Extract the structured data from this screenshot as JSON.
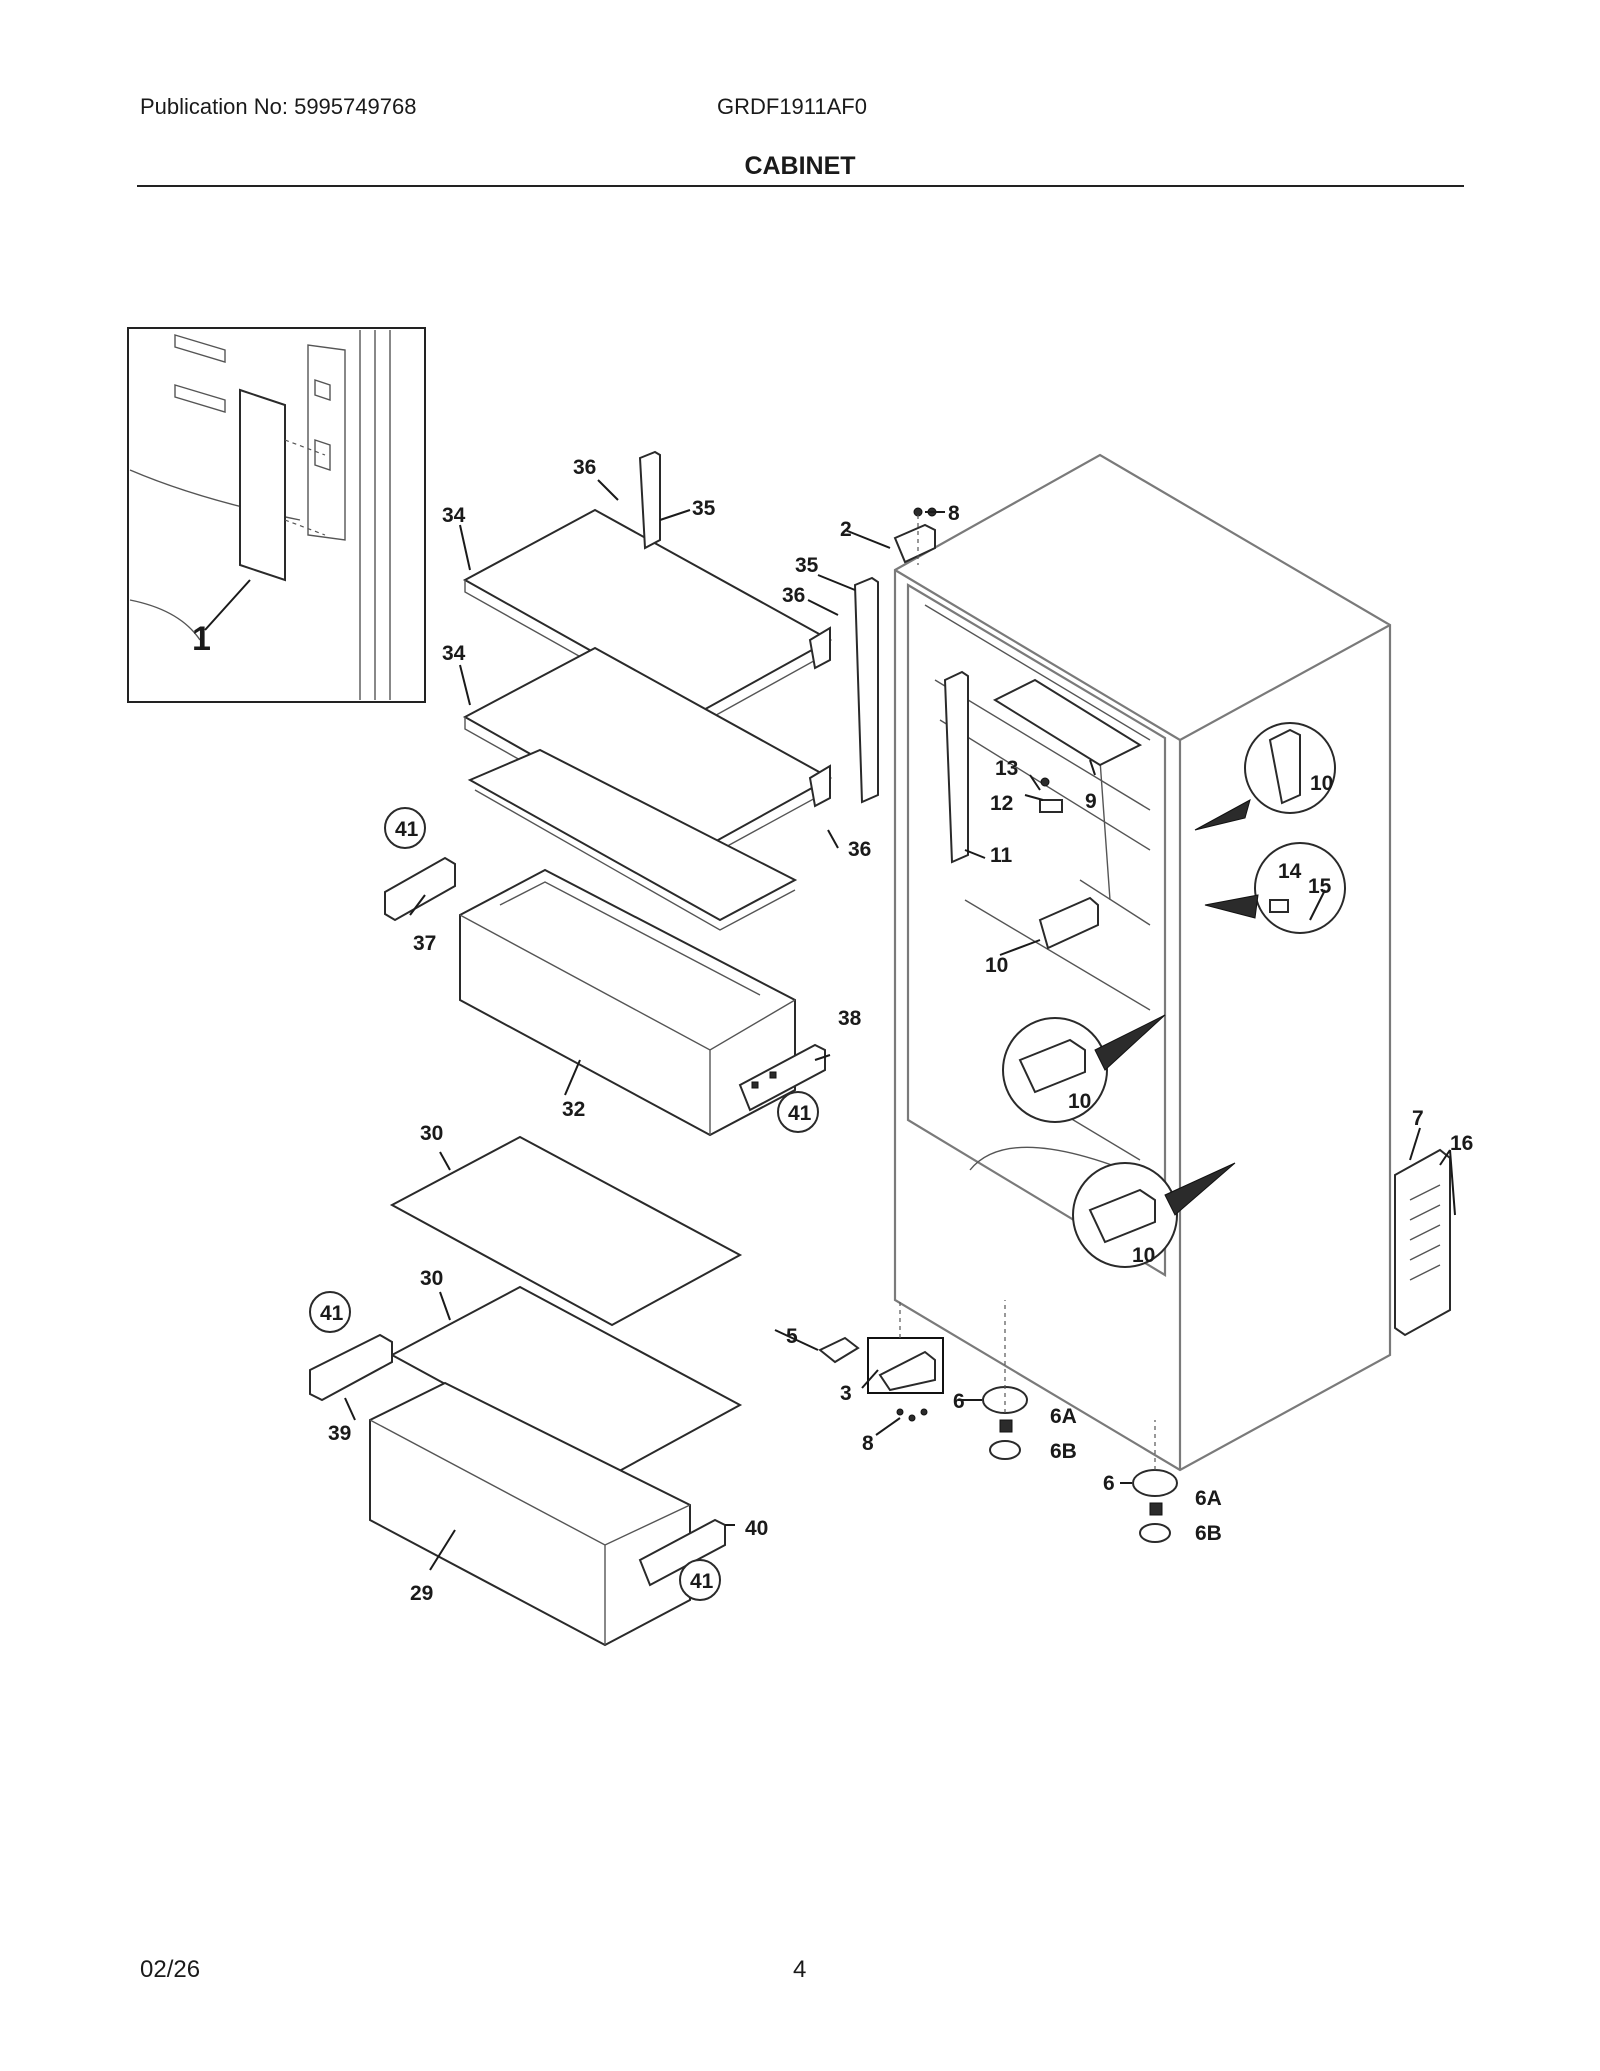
{
  "header": {
    "publication": "Publication No: 5995749768",
    "model": "GRDF1911AF0",
    "section_title": "CABINET"
  },
  "footer": {
    "date": "02/26",
    "page": "4"
  },
  "callouts": {
    "c1": "1",
    "c2": "2",
    "c3": "3",
    "c5": "5",
    "c6a": "6",
    "c6b": "6",
    "c6A_1": "6A",
    "c6A_2": "6A",
    "c6B_1": "6B",
    "c6B_2": "6B",
    "c7": "7",
    "c8a": "8",
    "c8b": "8",
    "c9": "9",
    "c10a": "10",
    "c10b": "10",
    "c10c": "10",
    "c10d": "10",
    "c11": "11",
    "c12": "12",
    "c13": "13",
    "c14": "14",
    "c15": "15",
    "c16": "16",
    "c29": "29",
    "c30a": "30",
    "c30b": "30",
    "c32": "32",
    "c34a": "34",
    "c34b": "34",
    "c35a": "35",
    "c35b": "35",
    "c36a": "36",
    "c36b": "36",
    "c36c": "36",
    "c37": "37",
    "c38": "38",
    "c39": "39",
    "c40": "40",
    "c41a": "41",
    "c41b": "41",
    "c41c": "41",
    "c41d": "41"
  }
}
